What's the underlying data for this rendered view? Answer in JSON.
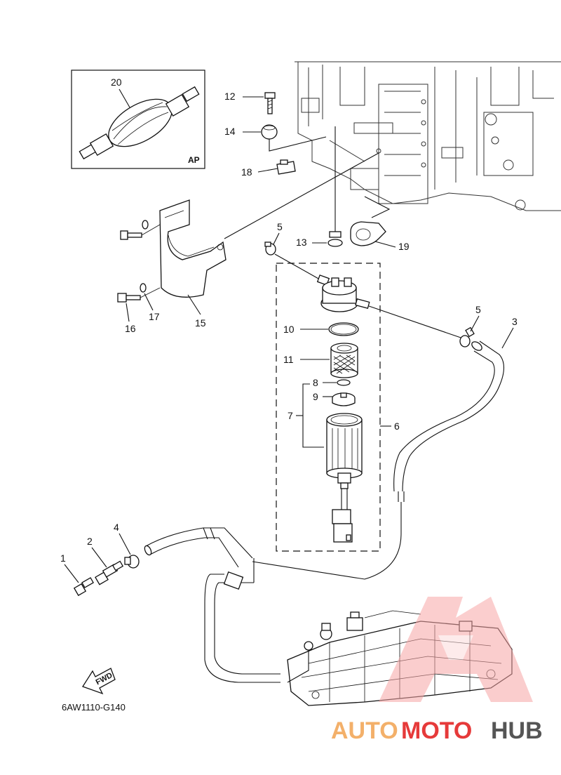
{
  "labels": {
    "l1": "1",
    "l2": "2",
    "l3": "3",
    "l4": "4",
    "l5a": "5",
    "l5b": "5",
    "l6": "6",
    "l7": "7",
    "l8": "8",
    "l9": "9",
    "l10": "10",
    "l11": "11",
    "l12": "12",
    "l13": "13",
    "l14": "14",
    "l15": "15",
    "l16": "16",
    "l17": "17",
    "l18": "18",
    "l19": "19",
    "l20": "20"
  },
  "inset_tag": "AP",
  "fwd_label": "FWD",
  "diagram_code": "6AW1110-G140",
  "watermark": {
    "part1": "AUTO",
    "part2": "MOTO",
    "part3": "HUB",
    "color_auto": "#f3b06a",
    "color_moto": "#e63a3a",
    "color_hub": "#555555"
  }
}
